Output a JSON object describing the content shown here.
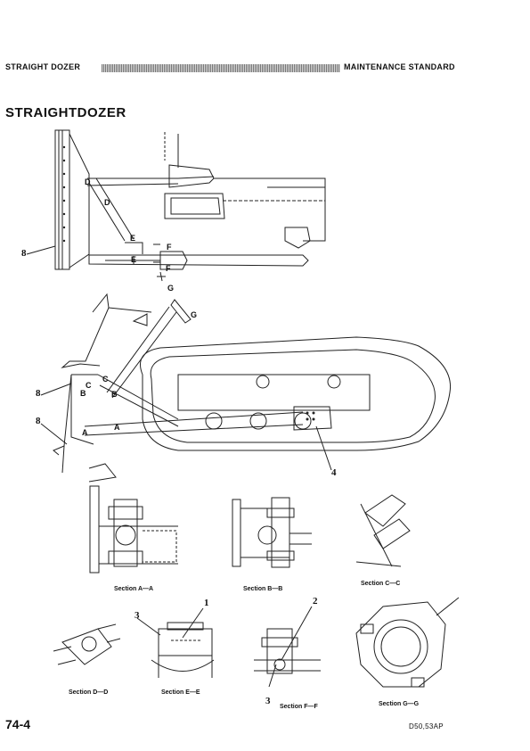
{
  "header": {
    "left": "STRAIGHT DOZER",
    "right": "MAINTENANCE STANDARD"
  },
  "title": "STRAIGHTDOZER",
  "callouts": {
    "c1": "1",
    "c2": "2",
    "c3_left": "3",
    "c3_bottom": "3",
    "c4": "4",
    "c8_top": "8",
    "c8_mid": "8",
    "c8_low": "8"
  },
  "section_marks": {
    "A": "A",
    "B": "B",
    "C": "C",
    "D": "D",
    "E": "E",
    "F": "F",
    "G": "G"
  },
  "sections": {
    "aa": "Section A—A",
    "bb": "Section B—B",
    "cc": "Section C—C",
    "dd": "Section D—D",
    "ee": "Section E—E",
    "ff": "Section F—F",
    "gg": "Section G—G"
  },
  "footer": {
    "page_number": "74-4",
    "doc_code": "D50,53AP"
  }
}
